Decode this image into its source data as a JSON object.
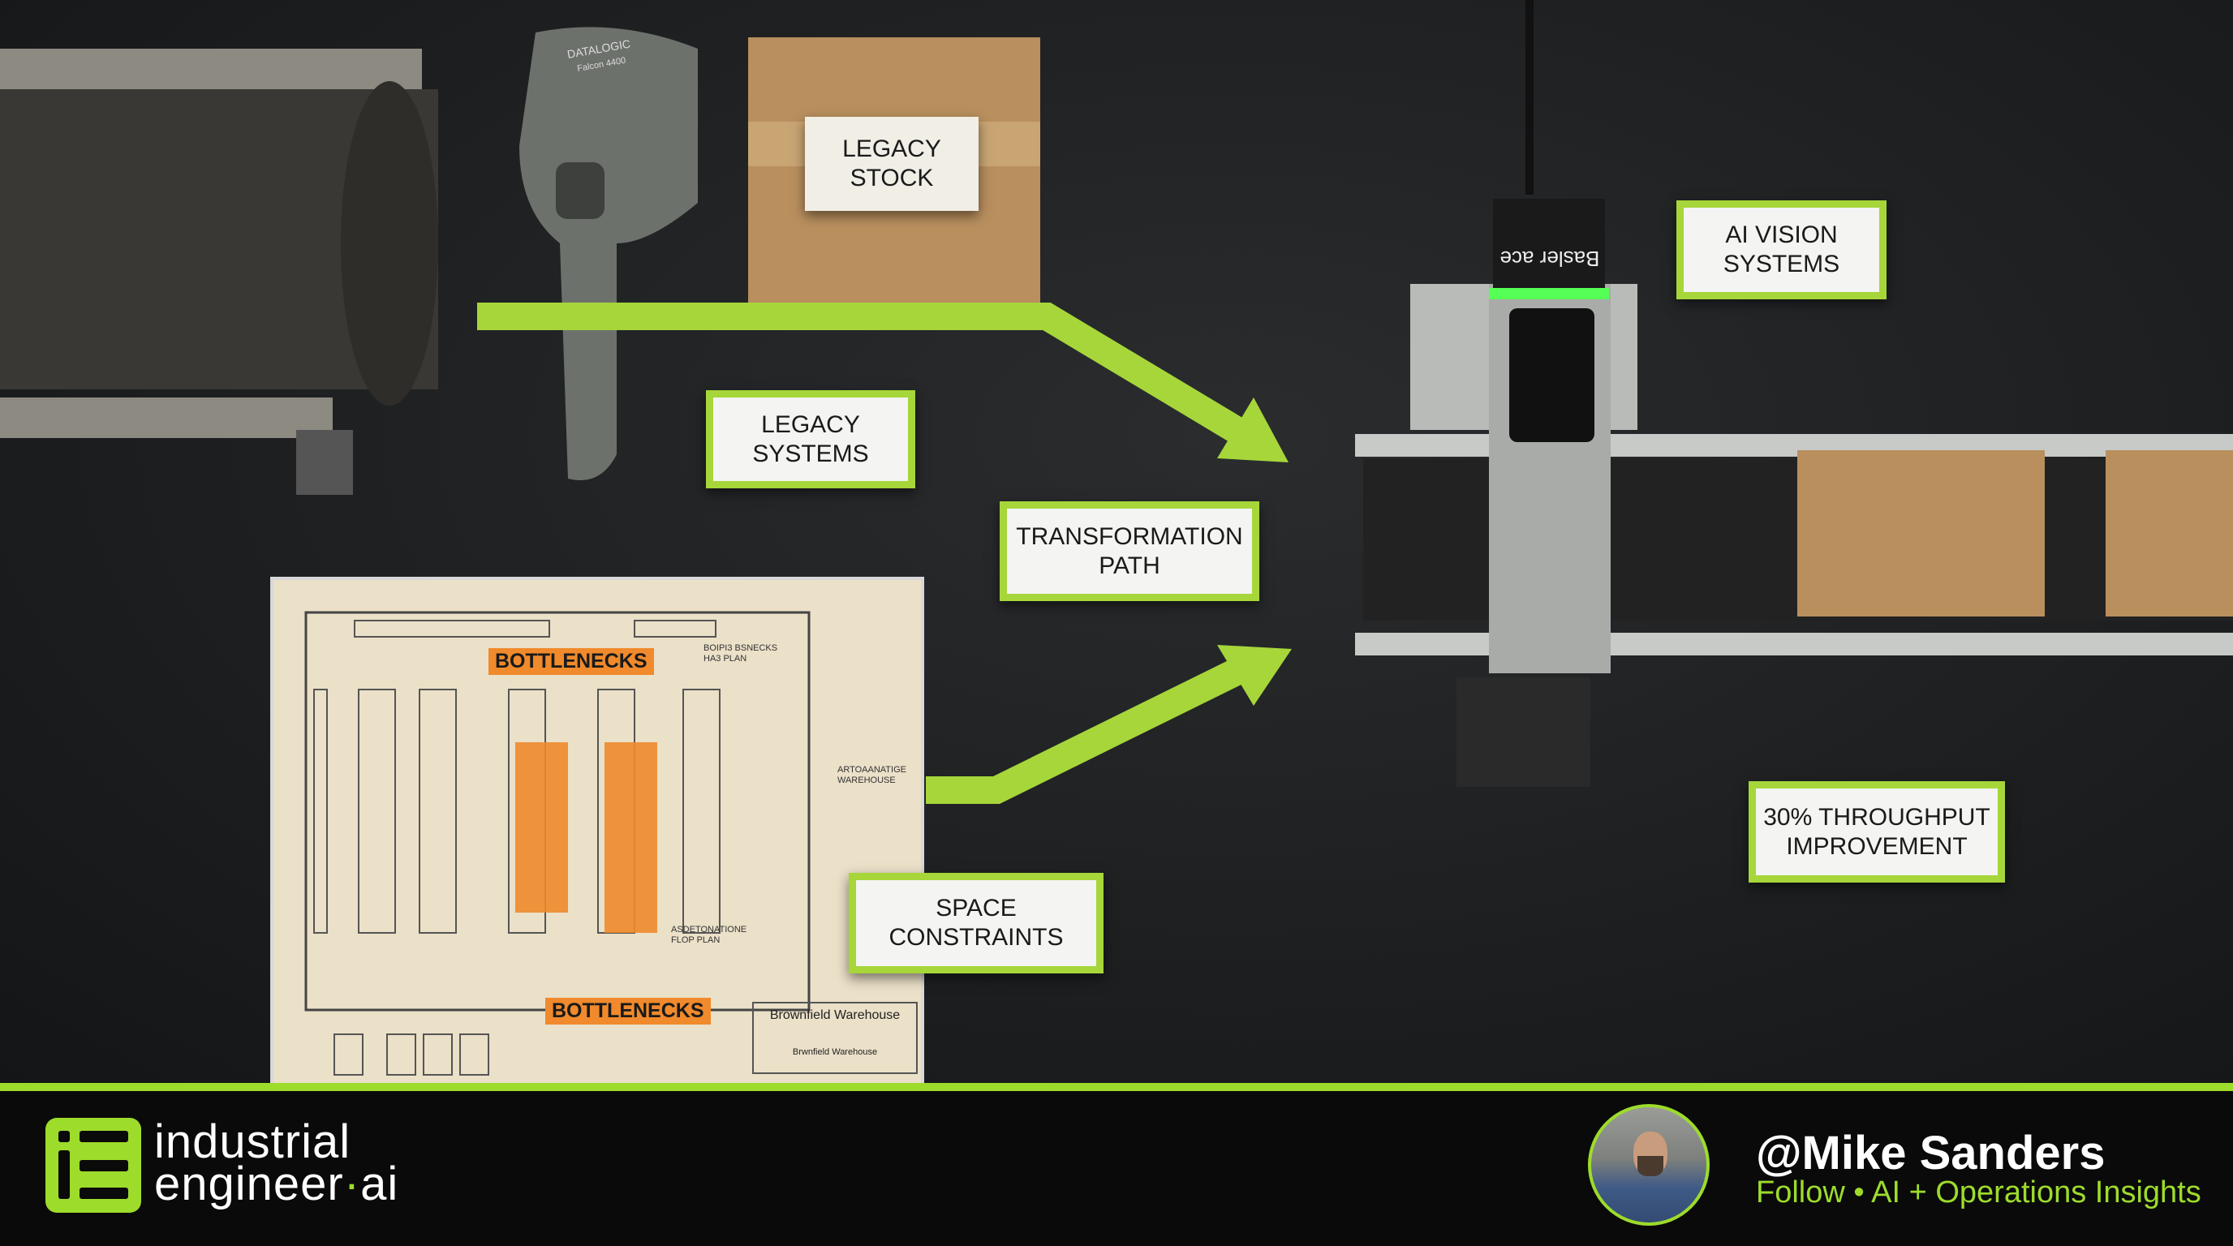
{
  "labels": {
    "legacy_stock": [
      "LEGACY",
      "STOCK"
    ],
    "legacy_systems": [
      "LEGACY",
      "SYSTEMS"
    ],
    "transformation_path": [
      "TRANSFORMATION",
      "PATH"
    ],
    "space_constraints": [
      "SPACE",
      "CONSTRAINTS"
    ],
    "ai_vision_systems": [
      "AI VISION",
      "SYSTEMS"
    ],
    "throughput": [
      "30% THROUGHPUT",
      "IMPROVEMENT"
    ]
  },
  "blueprint": {
    "highlight_top": "BOTTLENECKS",
    "highlight_bottom": "BOTTLENECKS",
    "note_1": [
      "BOIPI3 BSNECKS",
      "HA3 PLAN"
    ],
    "note_2": [
      "ARTOAANATIGE",
      "WAREHOUSE"
    ],
    "note_3": [
      "ASDETONATIONE",
      "FLOP PLAN"
    ],
    "title_block": "Brownfield Warehouse",
    "title_block_small": "Brwnfield Warehouse"
  },
  "props": {
    "scanner_brand": "DATALOGIC",
    "scanner_model": "Falcon 4400",
    "camera_brand": "Basler ace"
  },
  "footer": {
    "logo_line1": "industrial",
    "logo_line2": "engineer",
    "logo_suffix": "ai",
    "handle": "@Mike Sanders",
    "tagline": "Follow • AI + Operations Insights"
  },
  "colors": {
    "accent": "#9ddc2b",
    "highlight": "#f08a2c",
    "background": "#1d1f21"
  }
}
